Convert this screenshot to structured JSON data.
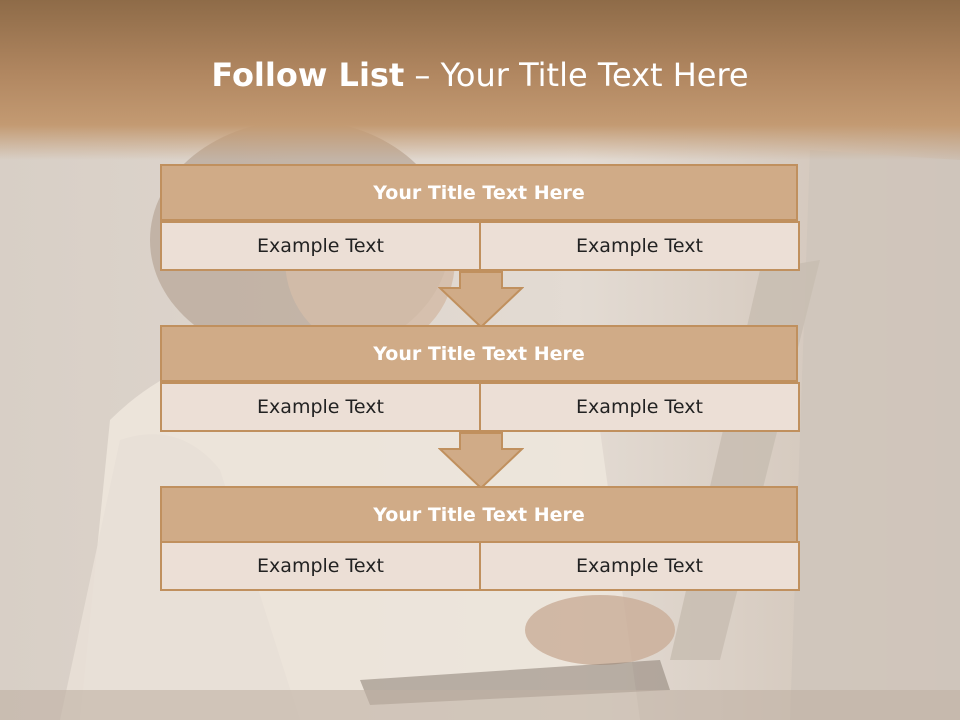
{
  "slide": {
    "title_bold": "Follow List",
    "title_rest": " – Your Title Text Here"
  },
  "flow": [
    {
      "heading": "Your Title Text Here",
      "left": "Example Text",
      "right": "Example Text"
    },
    {
      "heading": "Your Title Text Here",
      "left": "Example Text",
      "right": "Example Text"
    },
    {
      "heading": "Your Title Text Here",
      "left": "Example Text",
      "right": "Example Text"
    }
  ],
  "colors": {
    "header_fill": "#d0ab87",
    "border": "#c0905e",
    "cell_fill": "#ecdfd6",
    "top_band": "#b08660"
  }
}
